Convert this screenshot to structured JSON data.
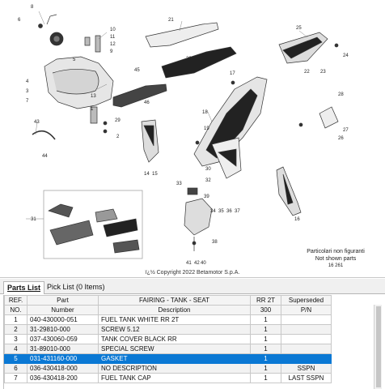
{
  "diagram": {
    "callouts": [
      "8",
      "6",
      "10",
      "11",
      "12",
      "9",
      "5",
      "4",
      "3",
      "7",
      "13",
      "1",
      "2",
      "29",
      "43",
      "44",
      "45",
      "46",
      "20",
      "21",
      "25",
      "22",
      "23",
      "24",
      "17",
      "18",
      "19",
      "28",
      "26",
      "27",
      "30",
      "33",
      "32",
      "39",
      "34",
      "35",
      "36",
      "37",
      "38",
      "40",
      "41",
      "42",
      "14",
      "15",
      "16",
      "31"
    ],
    "copyright": "ï¿½ Copyright 2022 Betamotor S.p.A.",
    "note_line1": "Particolari non figuranti",
    "note_line2": "Not shown parts",
    "note_codes": "16 261"
  },
  "tabs": [
    {
      "label": "Parts List",
      "active": true
    },
    {
      "label": "Pick List (0 Items)",
      "active": false
    }
  ],
  "table": {
    "header_row1": [
      "REF.",
      "Part",
      "FAIRING - TANK - SEAT",
      "RR 2T",
      "Superseded"
    ],
    "header_row2": [
      "NO.",
      "Number",
      "Description",
      "300",
      "P/N"
    ],
    "rows": [
      {
        "ref": "1",
        "part": "040-430000-051",
        "desc": "FUEL TANK WHITE RR 2T",
        "qty": "1",
        "sup": ""
      },
      {
        "ref": "2",
        "part": "31-29810-000",
        "desc": "SCREW 5.12",
        "qty": "1",
        "sup": ""
      },
      {
        "ref": "3",
        "part": "037-430060-059",
        "desc": "TANK COVER BLACK RR",
        "qty": "1",
        "sup": ""
      },
      {
        "ref": "4",
        "part": "31-89010-000",
        "desc": "SPECIAL SCREW",
        "qty": "1",
        "sup": ""
      },
      {
        "ref": "5",
        "part": "031-431160-000",
        "desc": "GASKET",
        "qty": "1",
        "sup": ""
      },
      {
        "ref": "6",
        "part": "036-430418-000",
        "desc": "NO DESCRIPTION",
        "qty": "1",
        "sup": "SSPN"
      },
      {
        "ref": "7",
        "part": "036-430418-200",
        "desc": "FUEL TANK CAP",
        "qty": "1",
        "sup": "LAST SSPN"
      }
    ],
    "selected_ref": "5"
  },
  "colors": {
    "selection": "#0a78d4",
    "tab_bg": "#f0f0f0",
    "diagram_line": "#333333"
  }
}
